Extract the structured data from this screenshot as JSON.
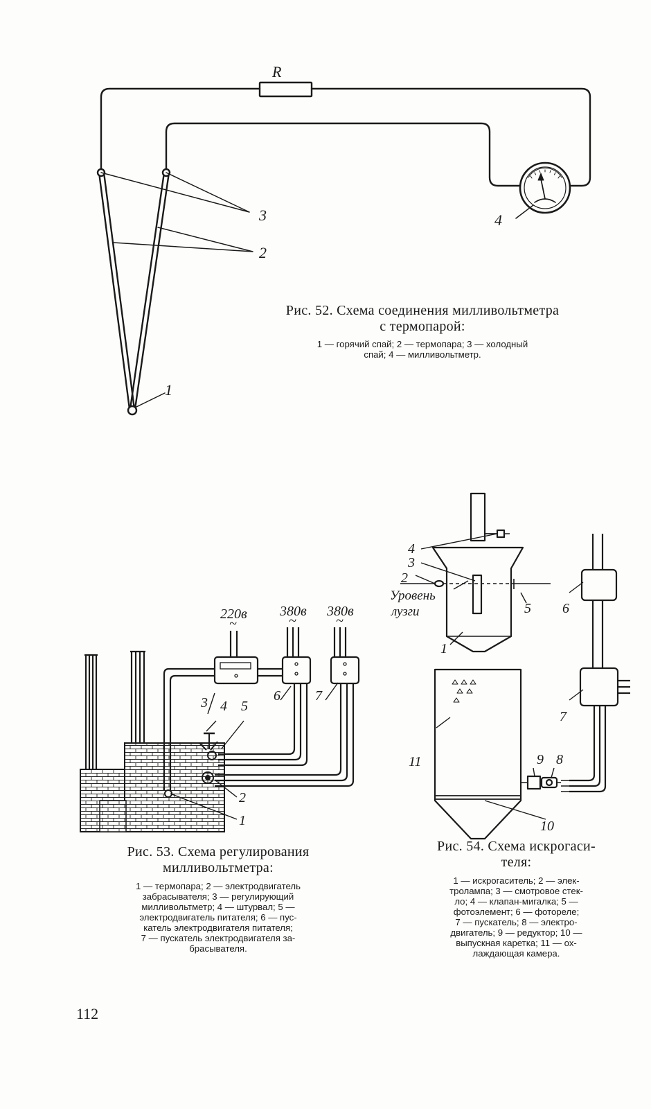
{
  "fig52": {
    "label_R": "R",
    "label_1": "1",
    "label_2": "2",
    "label_3": "3",
    "label_4": "4",
    "title_line1": "Рис. 52. Схема соединения милливольтметра",
    "title_line2": "с термопарой:",
    "legend_line1": "1 — горячий спай; 2 — термопара; 3 — холодный",
    "legend_line2": "спай; 4 — милливольтметр."
  },
  "fig53": {
    "voltage_1": "220в",
    "voltage_2": "380в",
    "voltage_3": "380в",
    "ac_symbol": "~",
    "label_1": "1",
    "label_2": "2",
    "label_3": "3",
    "label_4": "4",
    "label_5": "5",
    "label_6": "6",
    "label_7": "7",
    "title_line1": "Рис. 53. Схема регулирования",
    "title_line2": "милливольтметра:",
    "legend_lines": [
      "1 — термопара; 2 — электродвигатель",
      "забрасывателя; 3 — регулирующий",
      "милливольтметр; 4 — штурвал; 5 —",
      "электродвигатель питателя; 6 — пус-",
      "катель электродвигателя питателя;",
      "7 — пускатель электродвигателя за-",
      "брасывателя."
    ]
  },
  "fig54": {
    "label_1": "1",
    "label_2": "2",
    "label_3": "3",
    "label_4": "4",
    "label_5": "5",
    "label_6": "6",
    "label_7": "7",
    "label_8": "8",
    "label_9": "9",
    "label_10": "10",
    "label_11": "11",
    "level_label_1": "Уровень",
    "level_label_2": "лузги",
    "title_line1": "Рис. 54. Схема искрогаси-",
    "title_line2": "теля:",
    "legend_lines": [
      "1 — искрогаситель; 2 — элек-",
      "тролампа; 3 — смотровое стек-",
      "ло; 4 — клапан-мигалка; 5 —",
      "фотоэлемент; 6 — фотореле;",
      "7 — пускатель; 8 — электро-",
      "двигатель; 9 — редуктор; 10 —",
      "выпускная каретка; 11 — ох-",
      "лаждающая камера."
    ]
  },
  "page_number": "112"
}
